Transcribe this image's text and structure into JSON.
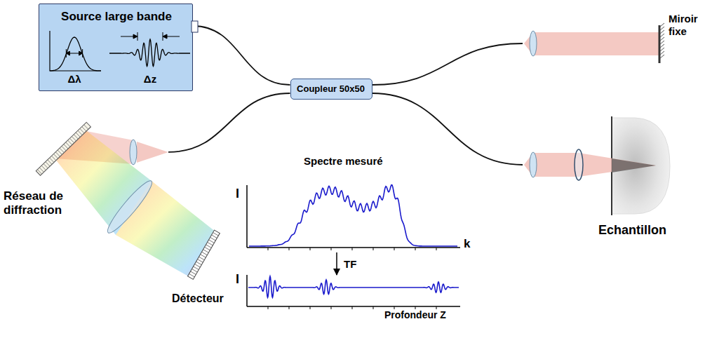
{
  "diagram": {
    "nodes": [
      {
        "text": [
          "Source large bande",
          "Δλ",
          "Δz"
        ]
      },
      {
        "text": [
          "Coupleur 50x50"
        ]
      },
      {
        "text": [
          "Miroir fixe"
        ]
      },
      {
        "text": [
          "Echantillon"
        ]
      },
      {
        "text": [
          "Réseau de diffraction"
        ]
      }
    ],
    "edges": [
      {
        "from": 0,
        "to": 1,
        "arrow": "none"
      },
      {
        "from": 1,
        "to": 2,
        "arrow": "none"
      },
      {
        "from": 1,
        "to": 3,
        "arrow": "none"
      },
      {
        "from": 1,
        "to": 4,
        "arrow": "none"
      }
    ],
    "labels": [
      "Détecteur",
      "Spectre mesuré",
      "I",
      "k",
      "TF",
      "I",
      "Profondeur Z"
    ]
  }
}
